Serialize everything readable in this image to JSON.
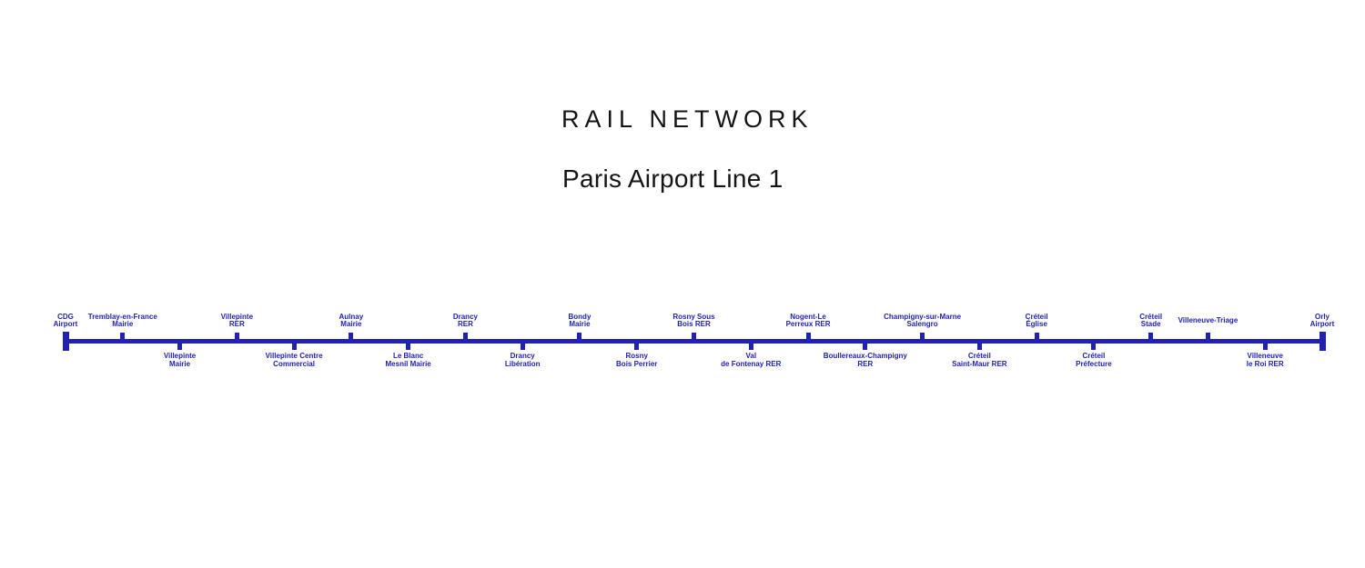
{
  "title": "RAIL NETWORK",
  "subtitle": "Paris Airport Line 1",
  "colors": {
    "line": "#2222B2",
    "station_label": "#2222B2",
    "title_text": "#141414"
  },
  "rail_line": {
    "name": "Paris Airport Line 1",
    "stations": [
      {
        "label_lines": [
          "CDG",
          "Airport"
        ],
        "side": "above",
        "terminus": true
      },
      {
        "label_lines": [
          "Tremblay-en-France",
          "Mairie"
        ],
        "side": "above",
        "terminus": false
      },
      {
        "label_lines": [
          "Villepinte",
          "Mairie"
        ],
        "side": "below",
        "terminus": false
      },
      {
        "label_lines": [
          "Villepinte",
          "RER"
        ],
        "side": "above",
        "terminus": false
      },
      {
        "label_lines": [
          "Villepinte Centre",
          "Commercial"
        ],
        "side": "below",
        "terminus": false
      },
      {
        "label_lines": [
          "Aulnay",
          "Mairie"
        ],
        "side": "above",
        "terminus": false
      },
      {
        "label_lines": [
          "Le Blanc",
          "Mesnil Mairie"
        ],
        "side": "below",
        "terminus": false
      },
      {
        "label_lines": [
          "Drancy",
          "RER"
        ],
        "side": "above",
        "terminus": false
      },
      {
        "label_lines": [
          "Drancy",
          "Libération"
        ],
        "side": "below",
        "terminus": false
      },
      {
        "label_lines": [
          "Bondy",
          "Mairie"
        ],
        "side": "above",
        "terminus": false
      },
      {
        "label_lines": [
          "Rosny",
          "Bois Perrier"
        ],
        "side": "below",
        "terminus": false
      },
      {
        "label_lines": [
          "Rosny Sous",
          "Bois RER"
        ],
        "side": "above",
        "terminus": false
      },
      {
        "label_lines": [
          "Val",
          "de Fontenay RER"
        ],
        "side": "below",
        "terminus": false
      },
      {
        "label_lines": [
          "Nogent-Le",
          "Perreux RER"
        ],
        "side": "above",
        "terminus": false
      },
      {
        "label_lines": [
          "Boullereaux-Champigny",
          "RER"
        ],
        "side": "below",
        "terminus": false
      },
      {
        "label_lines": [
          "Champigny-sur-Marne",
          "Salengro"
        ],
        "side": "above",
        "terminus": false
      },
      {
        "label_lines": [
          "Créteil",
          "Saint-Maur RER"
        ],
        "side": "below",
        "terminus": false
      },
      {
        "label_lines": [
          "Créteil",
          "Église"
        ],
        "side": "above",
        "terminus": false
      },
      {
        "label_lines": [
          "Créteil",
          "Préfecture"
        ],
        "side": "below",
        "terminus": false
      },
      {
        "label_lines": [
          "Créteil",
          "Stade"
        ],
        "side": "above",
        "terminus": false
      },
      {
        "label_lines": [
          "Villeneuve-Triage"
        ],
        "side": "above",
        "terminus": false
      },
      {
        "label_lines": [
          "Villeneuve",
          "le Roi RER"
        ],
        "side": "below",
        "terminus": false
      },
      {
        "label_lines": [
          "Orly",
          "Airport"
        ],
        "side": "above",
        "terminus": true
      }
    ]
  }
}
